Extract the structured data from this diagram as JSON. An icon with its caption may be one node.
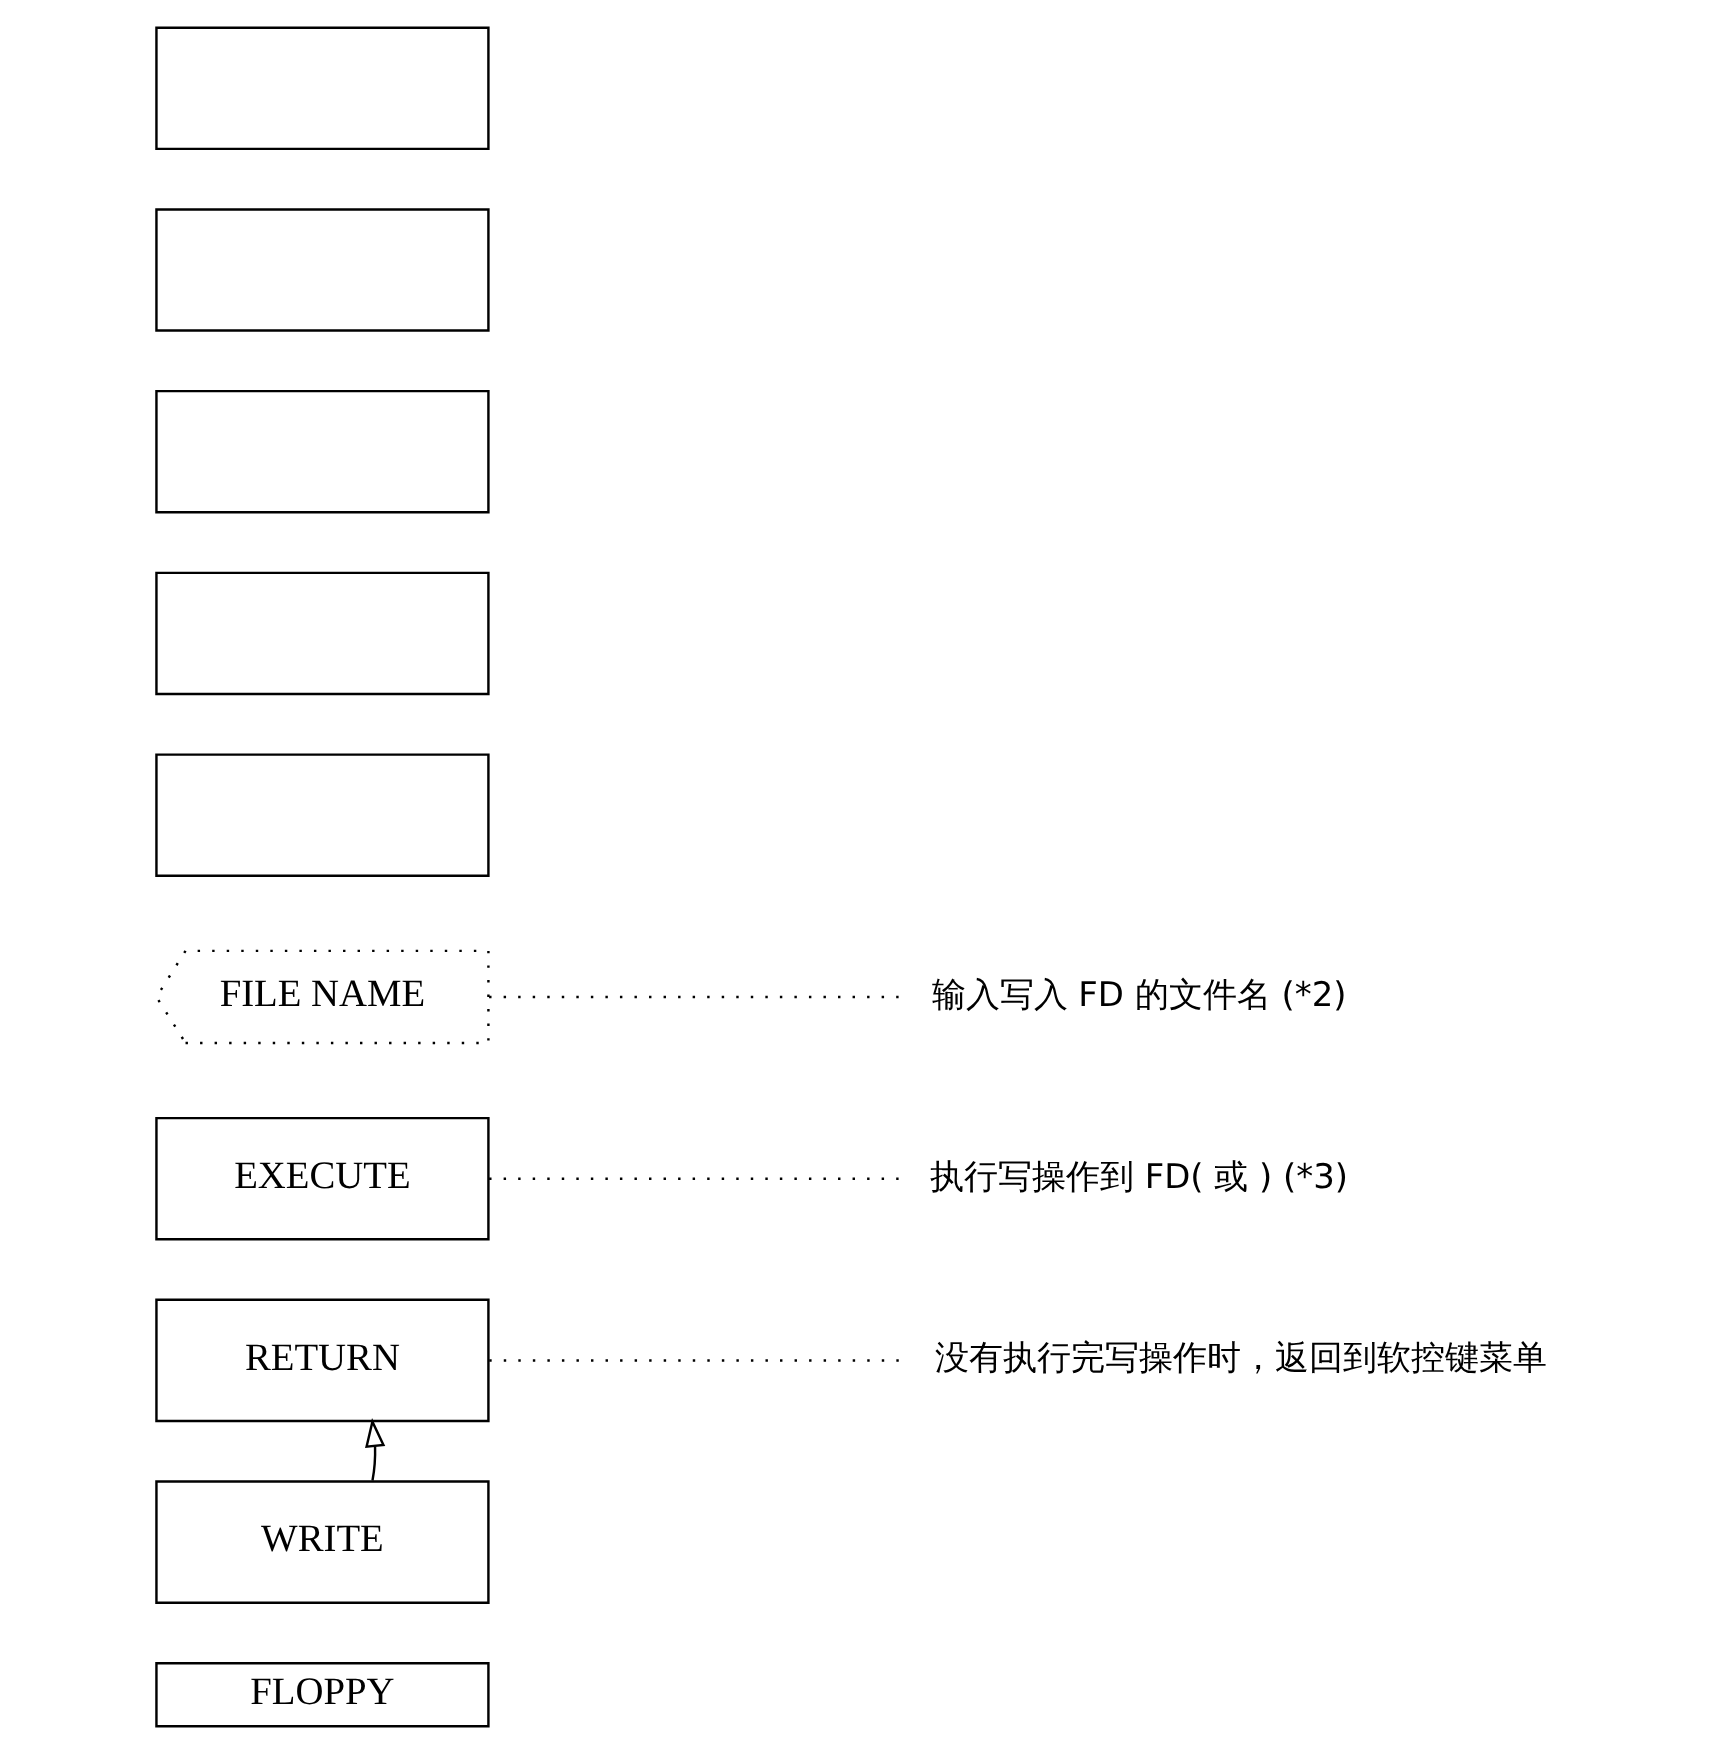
{
  "diagram": {
    "nodes": [
      {
        "text": [],
        "shape": "box"
      },
      {
        "text": [],
        "shape": "box"
      },
      {
        "text": [],
        "shape": "box"
      },
      {
        "text": [],
        "shape": "box"
      },
      {
        "text": [],
        "shape": "box"
      },
      {
        "text": [
          "FILE NAME"
        ]
      },
      {
        "text": [
          "EXECUTE"
        ]
      },
      {
        "text": [
          "RETURN"
        ]
      },
      {
        "text": [
          "WRITE"
        ]
      },
      {
        "text": [
          "FLOPPY"
        ]
      },
      {
        "text": [
          "输入写入 FD 的文件名 (*2)"
        ]
      },
      {
        "text": [
          "执行写操作到 FD( 或 ) (*3)"
        ]
      },
      {
        "text": [
          "没有执行完写操作时，返回到软控键菜单"
        ]
      }
    ],
    "edges": [
      {
        "from": 5,
        "to": 10,
        "arrow": "none",
        "style": "dashed"
      },
      {
        "from": 6,
        "to": 11,
        "arrow": "none",
        "style": "dashed"
      },
      {
        "from": 7,
        "to": 12,
        "arrow": "none",
        "style": "dashed"
      },
      {
        "from": 8,
        "to": 7,
        "arrow": "to"
      }
    ]
  }
}
